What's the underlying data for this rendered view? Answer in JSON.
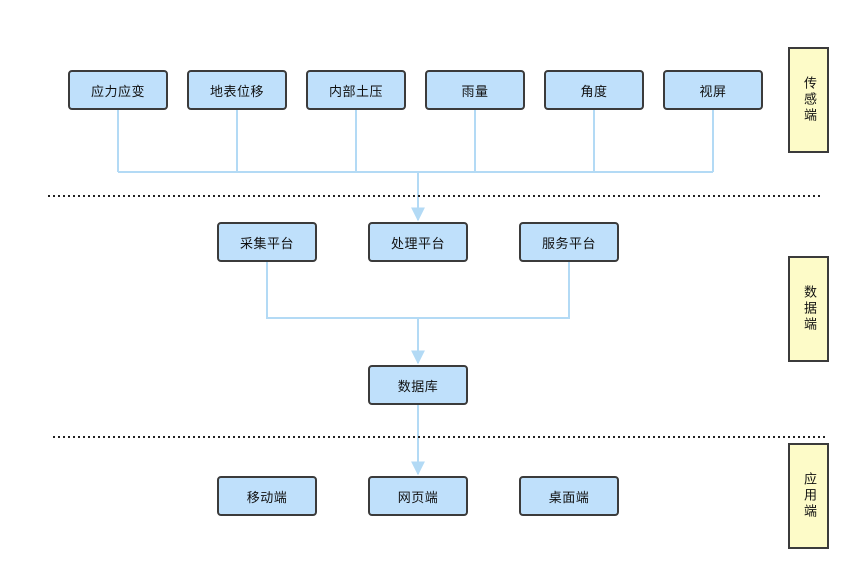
{
  "colors": {
    "node_fill": "#bfe0fb",
    "node_border": "#3b3b3b",
    "layer_fill": "#fdfbc8",
    "connector": "#b3daf5",
    "divider": "#222222"
  },
  "sensors": [
    "应力应变",
    "地表位移",
    "内部土压",
    "雨量",
    "角度",
    "视屏"
  ],
  "platforms": [
    "采集平台",
    "处理平台",
    "服务平台"
  ],
  "database": "数据库",
  "clients": [
    "移动端",
    "网页端",
    "桌面端"
  ],
  "layers": {
    "sensing": "传感端",
    "data": "数据端",
    "application": "应用端"
  }
}
